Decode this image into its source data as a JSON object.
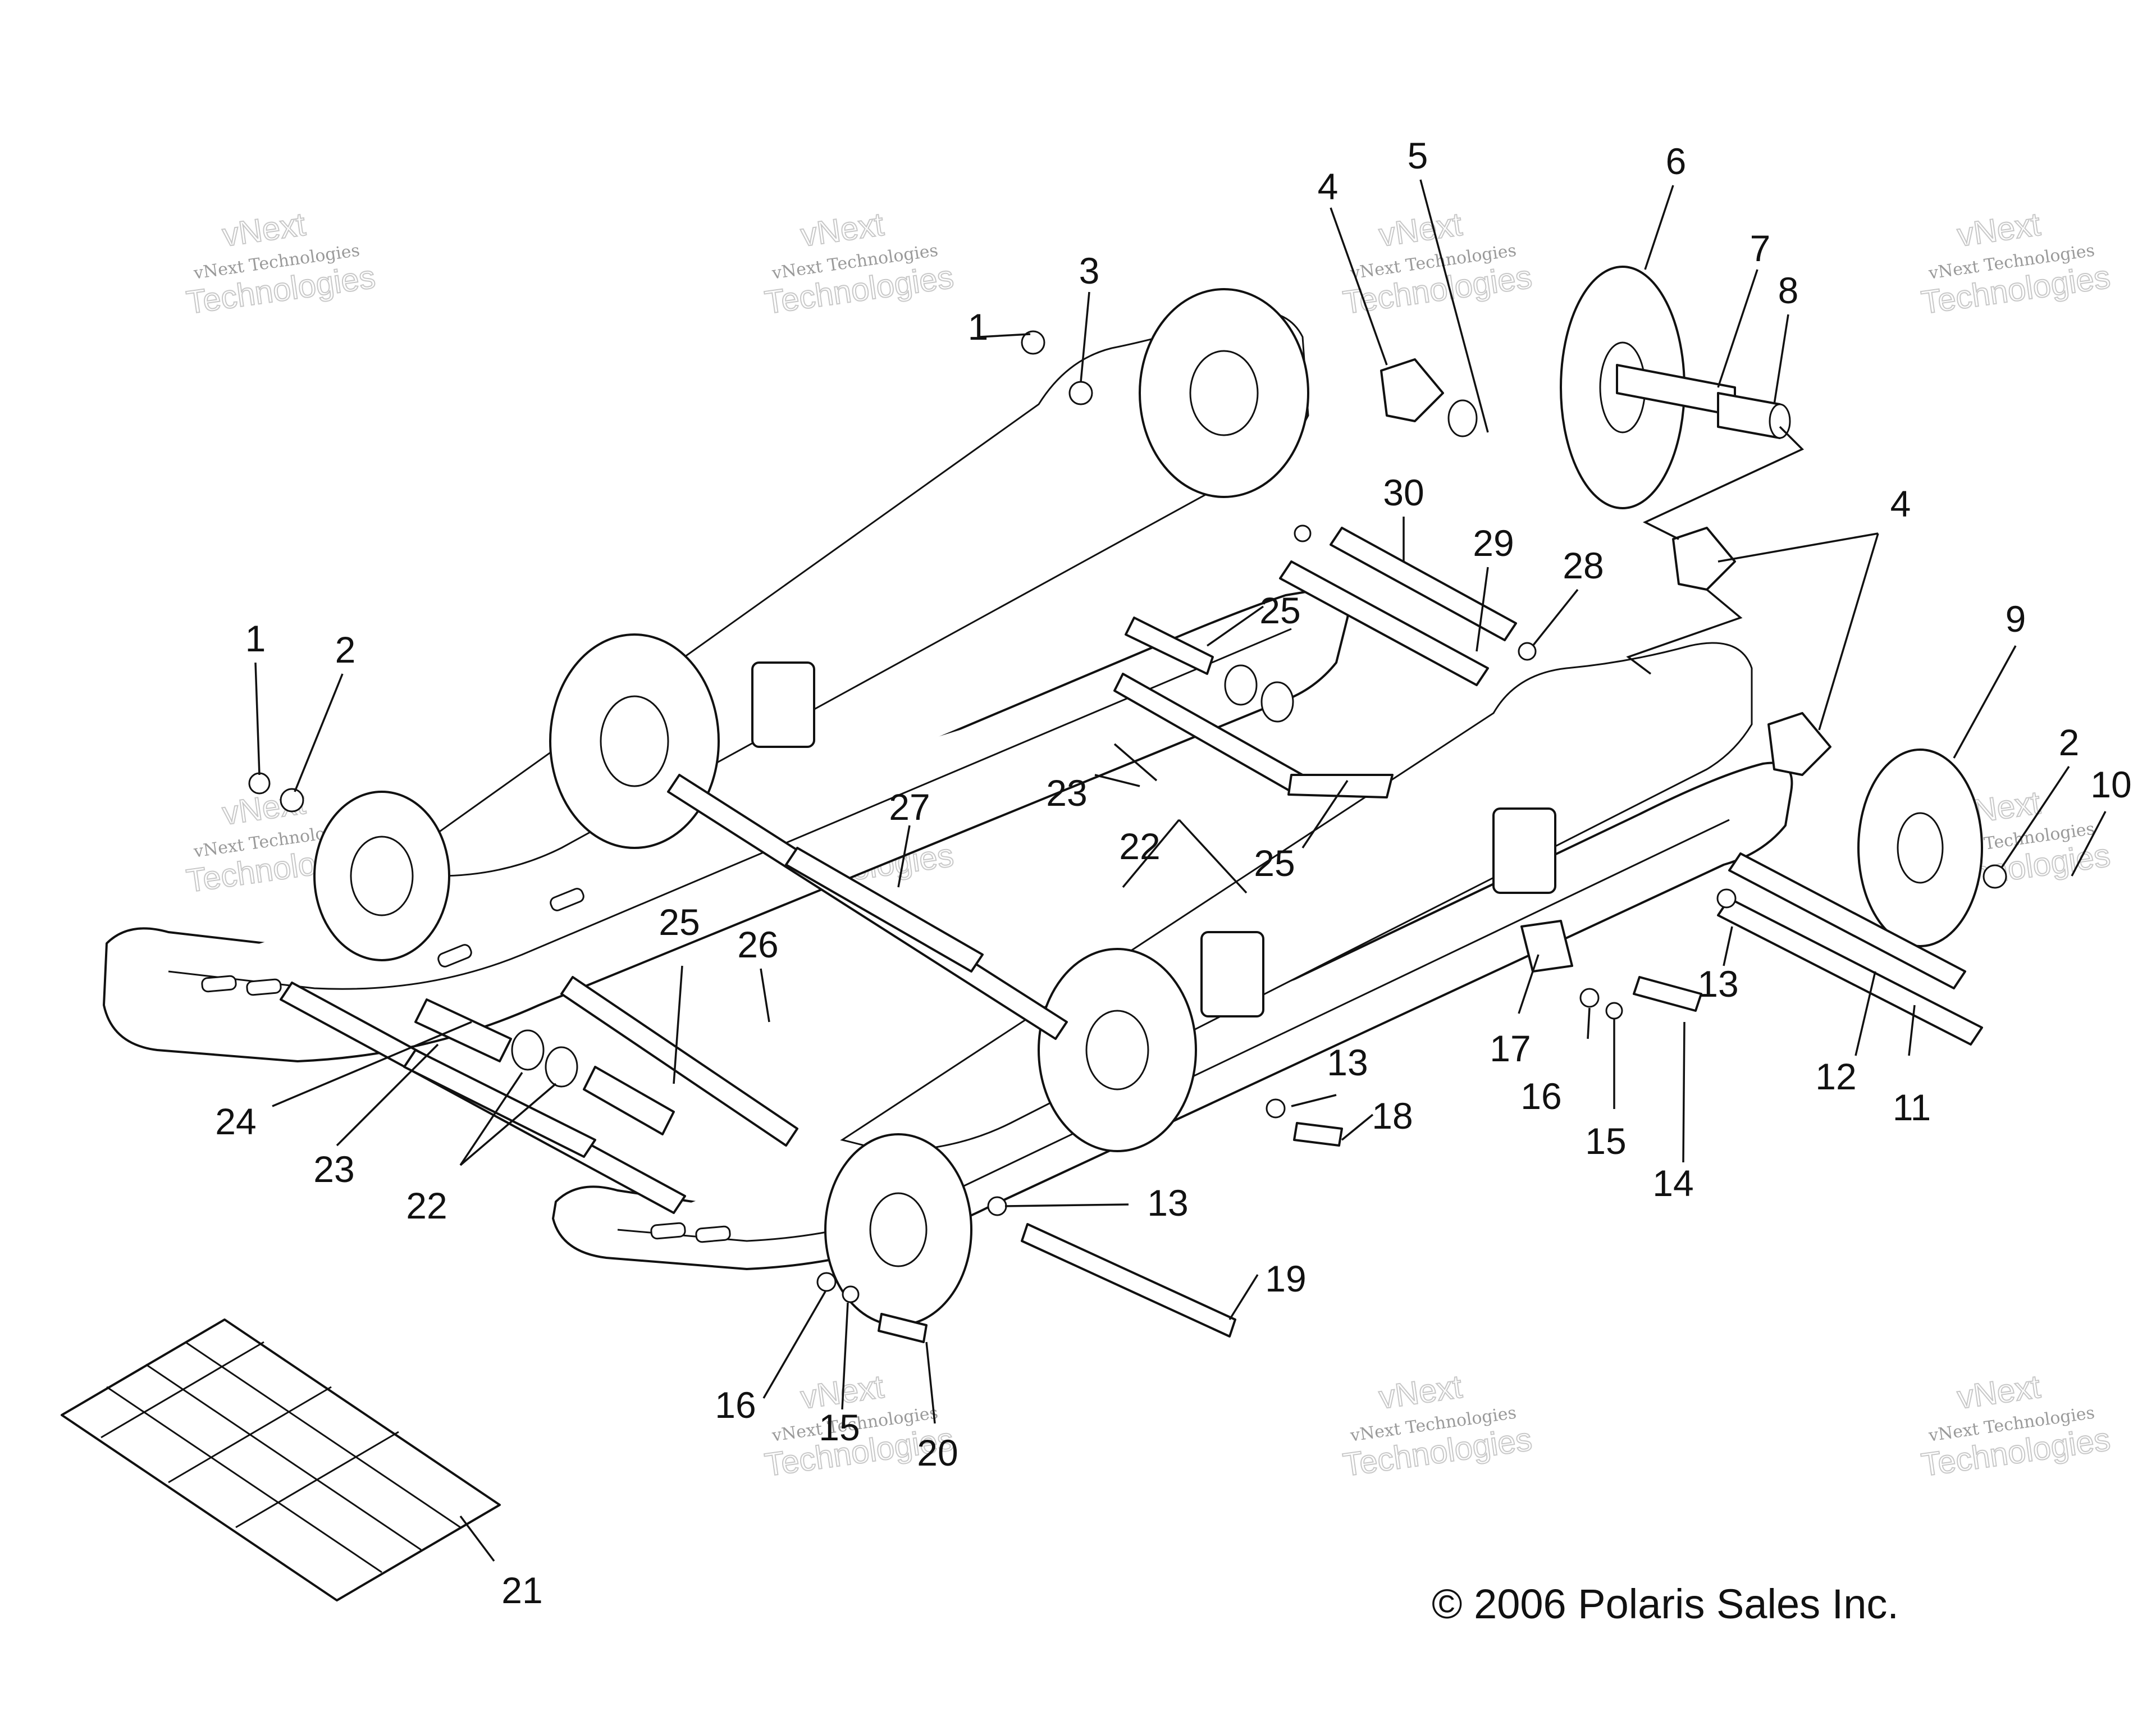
{
  "diagram": {
    "copyright": "© 2006 Polaris Sales Inc.",
    "watermark": {
      "line1": "vNext",
      "line2": "vNext Technologies",
      "line3": "Technologies"
    },
    "callouts": [
      {
        "id": "c1a",
        "label": "1"
      },
      {
        "id": "c3",
        "label": "3"
      },
      {
        "id": "c4a",
        "label": "4"
      },
      {
        "id": "c5",
        "label": "5"
      },
      {
        "id": "c6",
        "label": "6"
      },
      {
        "id": "c7",
        "label": "7"
      },
      {
        "id": "c8",
        "label": "8"
      },
      {
        "id": "c4b",
        "label": "4"
      },
      {
        "id": "c30",
        "label": "30"
      },
      {
        "id": "c29",
        "label": "29"
      },
      {
        "id": "c28",
        "label": "28"
      },
      {
        "id": "c25a",
        "label": "25"
      },
      {
        "id": "c9",
        "label": "9"
      },
      {
        "id": "c1b",
        "label": "1"
      },
      {
        "id": "c2a",
        "label": "2"
      },
      {
        "id": "c2b",
        "label": "2"
      },
      {
        "id": "c10",
        "label": "10"
      },
      {
        "id": "c23a",
        "label": "23"
      },
      {
        "id": "c22a",
        "label": "22"
      },
      {
        "id": "c25b",
        "label": "25"
      },
      {
        "id": "c27",
        "label": "27"
      },
      {
        "id": "c13a",
        "label": "13"
      },
      {
        "id": "c12",
        "label": "12"
      },
      {
        "id": "c11",
        "label": "11"
      },
      {
        "id": "c25c",
        "label": "25"
      },
      {
        "id": "c26",
        "label": "26"
      },
      {
        "id": "c13b",
        "label": "13"
      },
      {
        "id": "c18",
        "label": "18"
      },
      {
        "id": "c17",
        "label": "17"
      },
      {
        "id": "c16a",
        "label": "16"
      },
      {
        "id": "c15a",
        "label": "15"
      },
      {
        "id": "c14",
        "label": "14"
      },
      {
        "id": "c24",
        "label": "24"
      },
      {
        "id": "c23b",
        "label": "23"
      },
      {
        "id": "c22b",
        "label": "22"
      },
      {
        "id": "c13c",
        "label": "13"
      },
      {
        "id": "c19",
        "label": "19"
      },
      {
        "id": "c16b",
        "label": "16"
      },
      {
        "id": "c15b",
        "label": "15"
      },
      {
        "id": "c20",
        "label": "20"
      },
      {
        "id": "c21",
        "label": "21"
      }
    ]
  }
}
